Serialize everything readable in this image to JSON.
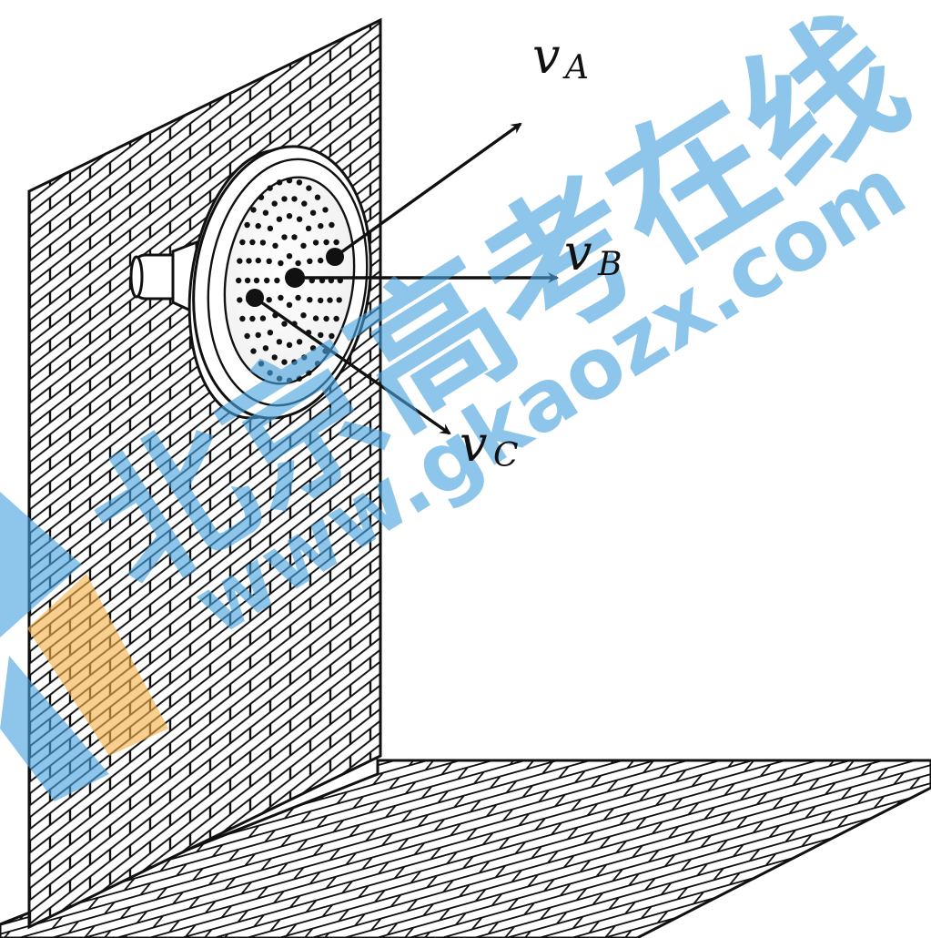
{
  "labels": {
    "vA": {
      "main": "v",
      "sub": "A"
    },
    "vB": {
      "main": "v",
      "sub": "B"
    },
    "vC": {
      "main": "v",
      "sub": "C"
    }
  },
  "watermark": {
    "chinese": "北京高考在线",
    "url": "www.gkaozx.com"
  },
  "colors": {
    "ink": "#111111",
    "watermark_blue": "#4aa3df",
    "watermark_orange": "#f4b24a"
  }
}
